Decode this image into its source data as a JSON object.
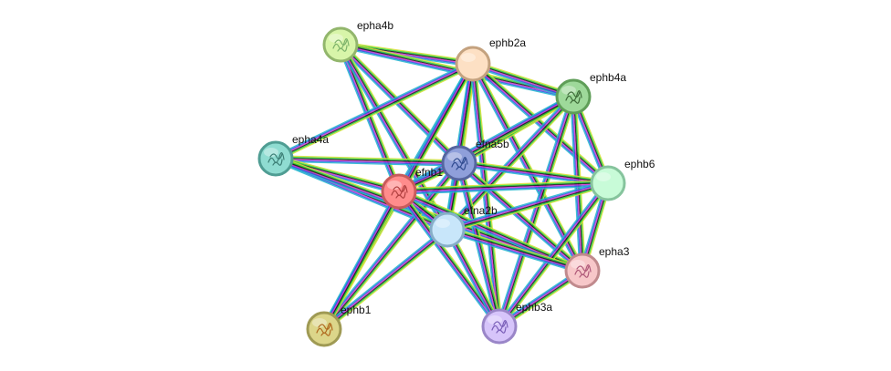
{
  "network": {
    "edge_colors": [
      "#d4e035",
      "#2ad13a",
      "#1f1f1f",
      "#d633d6",
      "#2f5fe0",
      "#27b7cf"
    ],
    "nodes": [
      {
        "id": "epha4b",
        "label": "epha4b",
        "color": "#d8f5a9",
        "border": "#92b66c",
        "glyph": "#7db36b"
      },
      {
        "id": "ephb2a",
        "label": "ephb2a",
        "color": "#fde0c4",
        "border": "#c4a27f",
        "glyph": ""
      },
      {
        "id": "ephb4a",
        "label": "ephb4a",
        "color": "#9ed99a",
        "border": "#5f9e58",
        "glyph": "#3f6e3a"
      },
      {
        "id": "epha4a",
        "label": "epha4a",
        "color": "#8fdcd1",
        "border": "#4f9d93",
        "glyph": "#3c7f76"
      },
      {
        "id": "efna5b",
        "label": "efna5b",
        "color": "#8f9fda",
        "border": "#55659f",
        "glyph": "#2f4a8f"
      },
      {
        "id": "efnb1",
        "label": "efnb1",
        "color": "#ff8c8c",
        "border": "#c85b5b",
        "glyph": "#b04040"
      },
      {
        "id": "ephb6",
        "label": "ephb6",
        "color": "#c8fbd8",
        "border": "#86c49d",
        "glyph": ""
      },
      {
        "id": "efna2b",
        "label": "efna2b",
        "color": "#c8e6fa",
        "border": "#86aec8",
        "glyph": ""
      },
      {
        "id": "epha3",
        "label": "epha3",
        "color": "#f7c7c9",
        "border": "#c08a8d",
        "glyph": "#b05a7a"
      },
      {
        "id": "ephb1",
        "label": "ephb1",
        "color": "#dcd68a",
        "border": "#9f9a54",
        "glyph": "#b06a1f"
      },
      {
        "id": "ephb3a",
        "label": "ephb3a",
        "color": "#d6c4fa",
        "border": "#9a86c8",
        "glyph": "#7a5fb8"
      }
    ],
    "edges": [
      {
        "source": "epha4b",
        "target": "ephb2a"
      },
      {
        "source": "epha4b",
        "target": "efna5b"
      },
      {
        "source": "epha4b",
        "target": "efnb1"
      },
      {
        "source": "epha4b",
        "target": "efna2b"
      },
      {
        "source": "epha4b",
        "target": "ephb4a"
      },
      {
        "source": "ephb2a",
        "target": "ephb4a"
      },
      {
        "source": "ephb2a",
        "target": "epha4a"
      },
      {
        "source": "ephb2a",
        "target": "efna5b"
      },
      {
        "source": "ephb2a",
        "target": "efnb1"
      },
      {
        "source": "ephb2a",
        "target": "ephb6"
      },
      {
        "source": "ephb2a",
        "target": "efna2b"
      },
      {
        "source": "ephb2a",
        "target": "epha3"
      },
      {
        "source": "ephb2a",
        "target": "ephb3a"
      },
      {
        "source": "ephb2a",
        "target": "ephb1"
      },
      {
        "source": "ephb4a",
        "target": "efna5b"
      },
      {
        "source": "ephb4a",
        "target": "efnb1"
      },
      {
        "source": "ephb4a",
        "target": "ephb6"
      },
      {
        "source": "ephb4a",
        "target": "efna2b"
      },
      {
        "source": "ephb4a",
        "target": "epha3"
      },
      {
        "source": "ephb4a",
        "target": "ephb3a"
      },
      {
        "source": "epha4a",
        "target": "efna5b"
      },
      {
        "source": "epha4a",
        "target": "efnb1"
      },
      {
        "source": "epha4a",
        "target": "efna2b"
      },
      {
        "source": "epha4a",
        "target": "epha3"
      },
      {
        "source": "efna5b",
        "target": "efnb1"
      },
      {
        "source": "efna5b",
        "target": "ephb6"
      },
      {
        "source": "efna5b",
        "target": "efna2b"
      },
      {
        "source": "efna5b",
        "target": "epha3"
      },
      {
        "source": "efna5b",
        "target": "ephb3a"
      },
      {
        "source": "efna5b",
        "target": "ephb1"
      },
      {
        "source": "efnb1",
        "target": "ephb6"
      },
      {
        "source": "efnb1",
        "target": "efna2b"
      },
      {
        "source": "efnb1",
        "target": "epha3"
      },
      {
        "source": "efnb1",
        "target": "ephb3a"
      },
      {
        "source": "efnb1",
        "target": "ephb1"
      },
      {
        "source": "ephb6",
        "target": "efna2b"
      },
      {
        "source": "ephb6",
        "target": "epha3"
      },
      {
        "source": "ephb6",
        "target": "ephb3a"
      },
      {
        "source": "efna2b",
        "target": "epha3"
      },
      {
        "source": "efna2b",
        "target": "ephb3a"
      },
      {
        "source": "efna2b",
        "target": "ephb1"
      },
      {
        "source": "epha3",
        "target": "ephb3a"
      }
    ]
  }
}
